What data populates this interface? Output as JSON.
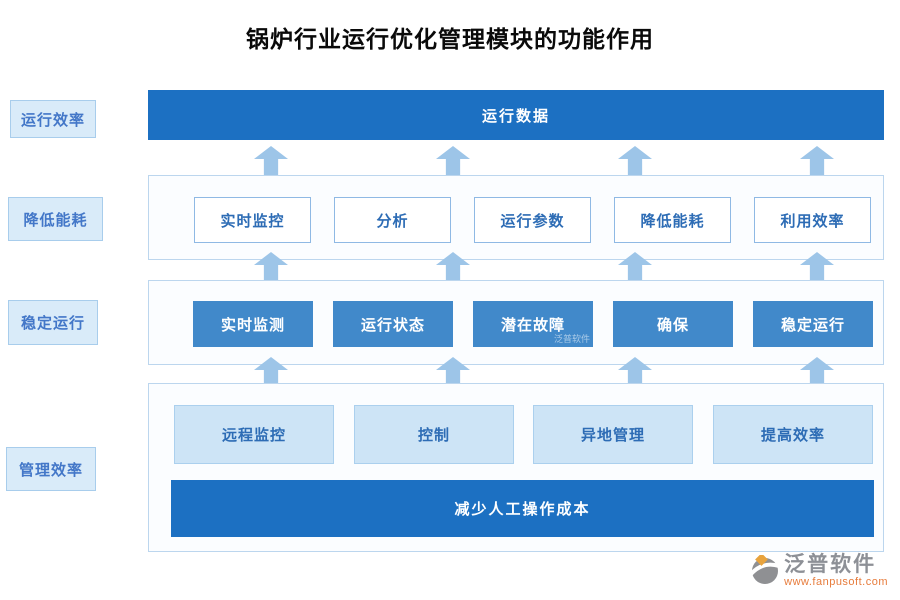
{
  "title": "锅炉行业运行优化管理模块的功能作用",
  "side_labels": {
    "items": [
      "运行效率",
      "降低能耗",
      "稳定运行",
      "管理效率"
    ]
  },
  "level1": {
    "label": "运行数据"
  },
  "level2": {
    "items": [
      "实时监控",
      "分析",
      "运行参数",
      "降低能耗",
      "利用效率"
    ]
  },
  "level3": {
    "items": [
      "实时监测",
      "运行状态",
      "潜在故障",
      "确保",
      "稳定运行"
    ]
  },
  "level4": {
    "items": [
      "远程监控",
      "控制",
      "异地管理",
      "提高效率"
    ],
    "band_label": "减少人工操作成本"
  },
  "watermark": {
    "text": "泛普软件"
  },
  "logo": {
    "brand": "泛普软件",
    "url": "www.fanpusoft.com"
  },
  "colors": {
    "dark_blue": "#1c70c2",
    "mid_blue": "#4189ca",
    "light_fill": "#cde4f6",
    "side_fill": "#d9ebf9",
    "arrow_blue": "#9dc5e8",
    "text_blue": "#2d6cb5",
    "container_border": "#bcd6ee",
    "logo_grey": "#8d9096",
    "logo_orange": "#e77c3c"
  }
}
